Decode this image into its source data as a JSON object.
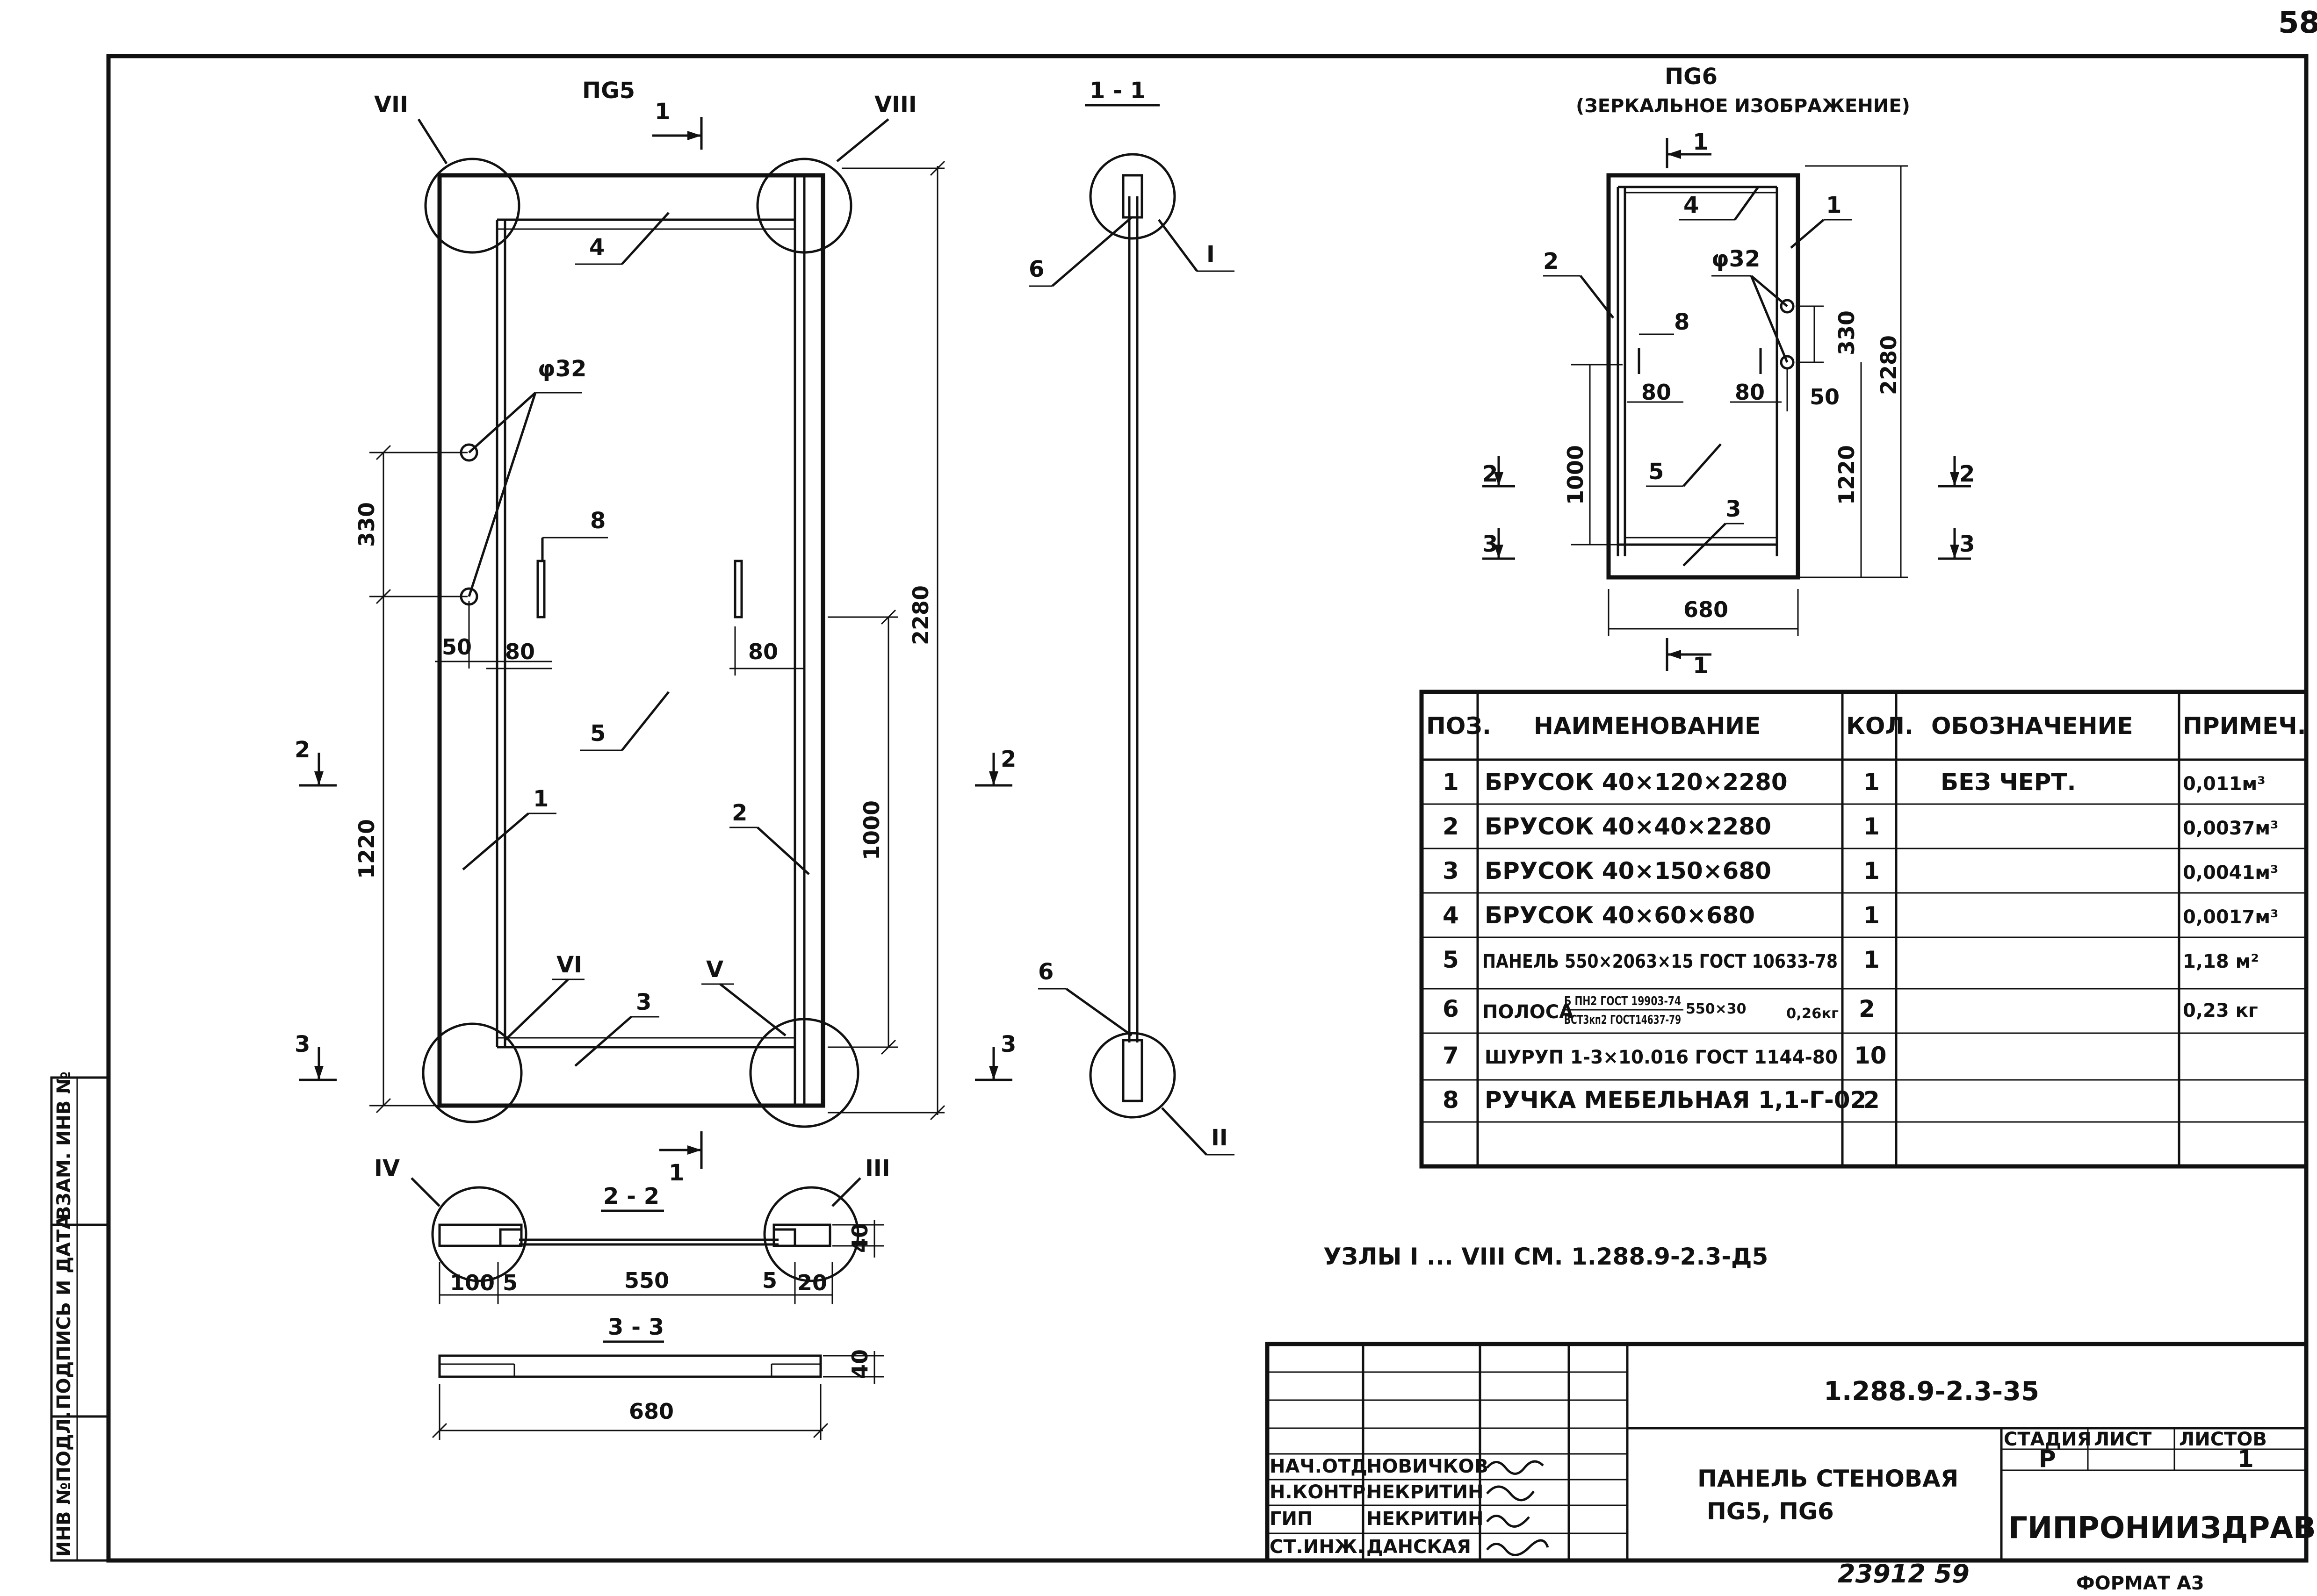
{
  "page_number": "58",
  "side_stamp": {
    "inv_podl": "ИНВ №ПОДЛ.",
    "signature_date": "ПОДПИСЬ И ДАТА",
    "vzam_inv": "ВЗАМ. ИНВ №"
  },
  "view_pg5": {
    "title": "ПG5",
    "section_marks": [
      "1",
      "1",
      "2",
      "2",
      "3",
      "3"
    ],
    "node_marks": [
      "VII",
      "VIII",
      "VI",
      "V",
      "IV",
      "III"
    ],
    "hole_label": "φ32",
    "dims": {
      "d330": "330",
      "d50": "50",
      "d80a": "80",
      "d80b": "80",
      "d1220": "1220",
      "d1000": "1000",
      "d2280": "2280"
    },
    "callouts": [
      "4",
      "8",
      "5",
      "1",
      "2",
      "3"
    ]
  },
  "section_1_1": {
    "title": "1 - 1",
    "callouts": [
      "6",
      "6"
    ],
    "nodes": [
      "I",
      "II"
    ]
  },
  "section_2_2": {
    "title": "2 - 2",
    "dims": {
      "d100": "100",
      "d5a": "5",
      "d550": "550",
      "d5b": "5",
      "d20": "20",
      "d40": "40"
    }
  },
  "section_3_3": {
    "title": "3 - 3",
    "dims": {
      "d680": "680",
      "d40": "40"
    }
  },
  "view_pg6": {
    "title": "ПG6",
    "subtitle": "(ЗЕРКАЛЬНОЕ ИЗОБРАЖЕНИЕ)",
    "hole_label": "φ32",
    "callouts": [
      "4",
      "1",
      "2",
      "8",
      "5",
      "3"
    ],
    "section_marks": [
      "1",
      "1",
      "2",
      "2",
      "3",
      "3"
    ],
    "dims": {
      "d80a": "80",
      "d80b": "80",
      "d50": "50",
      "d330": "330",
      "d2280": "2280",
      "d1000": "1000",
      "d1220": "1220",
      "d680": "680"
    }
  },
  "spec_table": {
    "headers": [
      "ПОЗ.",
      "НАИМЕНОВАНИЕ",
      "КОЛ.",
      "ОБОЗНАЧЕНИЕ",
      "ПРИМЕЧ."
    ],
    "rows": [
      {
        "pos": "1",
        "name": "БРУСОК 40×120×2280",
        "qty": "1",
        "designation": "БЕЗ ЧЕРТ.",
        "note": "0,011м³"
      },
      {
        "pos": "2",
        "name": "БРУСОК 40×40×2280",
        "qty": "1",
        "designation": "",
        "note": "0,0037м³"
      },
      {
        "pos": "3",
        "name": "БРУСОК 40×150×680",
        "qty": "1",
        "designation": "",
        "note": "0,0041м³"
      },
      {
        "pos": "4",
        "name": "БРУСОК 40×60×680",
        "qty": "1",
        "designation": "",
        "note": "0,0017м³"
      },
      {
        "pos": "5",
        "name": "ПАНЕЛЬ 550×2063×15 ГОСТ 10633-78",
        "qty": "1",
        "designation": "",
        "note": "1,18 м²"
      },
      {
        "pos": "6",
        "name": "ПОЛОСА",
        "name_frac_top": "Б ПН2 ГОСТ 19903-74",
        "name_frac_bottom": "ВСТ3кп2 ГОСТ14637-79",
        "name_suffix": "550×30",
        "name_mass": "0,26кг",
        "qty": "2",
        "designation": "",
        "note": "0,23 кг"
      },
      {
        "pos": "7",
        "name": "ШУРУП 1-3×10.016 ГОСТ 1144-80",
        "qty": "10",
        "designation": "",
        "note": ""
      },
      {
        "pos": "8",
        "name": "РУЧКА МЕБЕЛЬНАЯ 1,1-Г-02",
        "qty": "2",
        "designation": "",
        "note": ""
      },
      {
        "pos": "",
        "name": "",
        "qty": "",
        "designation": "",
        "note": ""
      }
    ]
  },
  "nodes_note": "УЗЛЫ I ... VIII СМ. 1.288.9-2.3-Д5",
  "title_block": {
    "code": "1.288.9-2.3-35",
    "stage_header": "СТАДИЯ",
    "sheet_header": "ЛИСТ",
    "sheets_header": "ЛИСТОВ",
    "stage": "Р",
    "sheet": "",
    "sheets": "1",
    "name_line1": "ПАНЕЛЬ СТЕНОВАЯ",
    "name_line2": "ПG5, ПG6",
    "organization": "ГИПРОНИИЗДРАВ",
    "signers": [
      {
        "role": "НАЧ.ОТД.",
        "name": "НОВИЧКОВ"
      },
      {
        "role": "Н.КОНТР.",
        "name": "НЕКРИТИН"
      },
      {
        "role": "ГИП",
        "name": "НЕКРИТИН"
      },
      {
        "role": "СТ.ИНЖ.",
        "name": "ДАНСКАЯ"
      }
    ],
    "archive_number": "23912  59",
    "format": "ФОРМАТ А3"
  }
}
